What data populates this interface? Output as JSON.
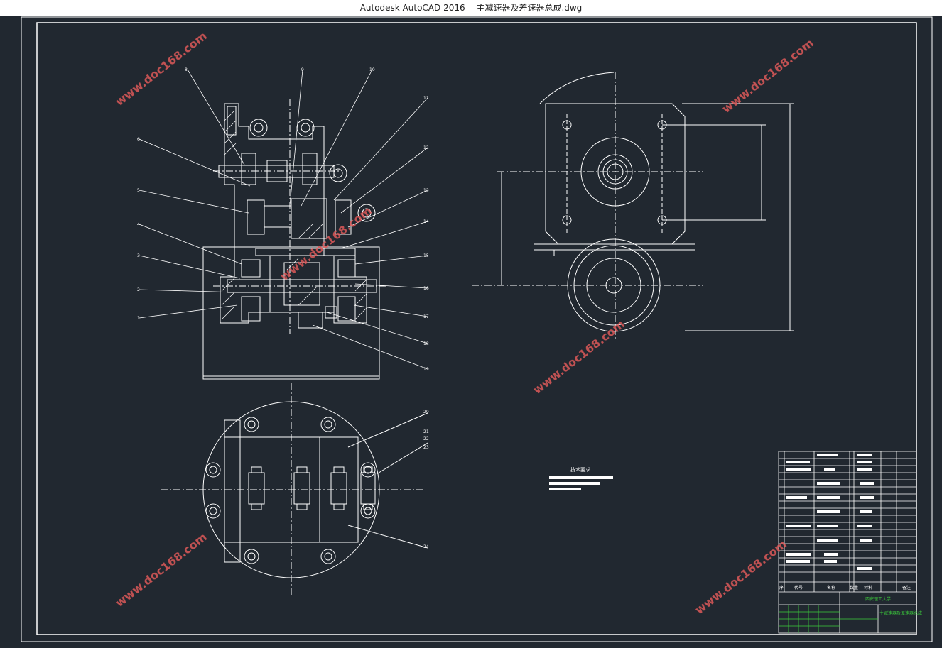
{
  "window": {
    "app_name": "Autodesk AutoCAD 2016",
    "file_name": "主减速器及差速器总成.dwg"
  },
  "colors": {
    "background": "#212830",
    "line": "#ffffff",
    "titleblock_accent": "#3ccd3c",
    "watermark": "#e05a5a"
  },
  "watermark": {
    "text": "www.doc168.com"
  },
  "drawing": {
    "callouts_left": [
      "6",
      "5",
      "4",
      "3",
      "2",
      "1"
    ],
    "callouts_top": [
      "8",
      "9",
      "10"
    ],
    "callouts_right": [
      "11",
      "12",
      "13",
      "14",
      "15",
      "16",
      "17",
      "18",
      "19"
    ],
    "callouts_bottom": [
      "20",
      "21",
      "22",
      "23",
      "24"
    ],
    "notes_title": "技术要求"
  },
  "titleblock": {
    "headers": [
      "序",
      "代号",
      "名称",
      "数量",
      "材料",
      "备注"
    ],
    "school": "西安理工大学",
    "drawing_title": "主减速器及差速器总成"
  }
}
